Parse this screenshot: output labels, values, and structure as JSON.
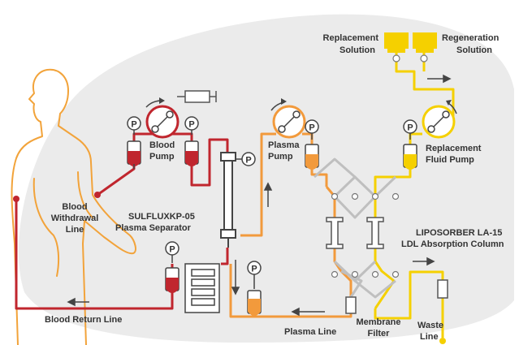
{
  "colors": {
    "background_blob": "#ebebeb",
    "body_outline": "#f2a33a",
    "blood_line": "#c0262e",
    "plasma_line": "#f29a3c",
    "fluid_line": "#f5d000",
    "gray_line": "#bfbfbf",
    "text": "#333333",
    "dark": "#333333"
  },
  "labels": {
    "replacement_solution_1": "Replacement",
    "replacement_solution_2": "Solution",
    "regeneration_solution_1": "Regeneration",
    "regeneration_solution_2": "Solution",
    "blood_pump_1": "Blood",
    "blood_pump_2": "Pump",
    "plasma_pump_1": "Plasma",
    "plasma_pump_2": "Pump",
    "replacement_fluid_pump_1": "Replacement",
    "replacement_fluid_pump_2": "Fluid Pump",
    "blood_withdrawal_1": "Blood",
    "blood_withdrawal_2": "Withdrawal",
    "blood_withdrawal_3": "Line",
    "separator_1": "SULFLUXKP-05",
    "separator_2": "Plasma Separator",
    "column_1": "LIPOSORBER LA-15",
    "column_2": "LDL Absorption Column",
    "blood_return_line": "Blood Return Line",
    "plasma_line": "Plasma Line",
    "membrane_filter_1": "Membrane",
    "membrane_filter_2": "Filter",
    "waste_line_1": "Waste",
    "waste_line_2": "Line",
    "pressure_symbol": "P"
  }
}
